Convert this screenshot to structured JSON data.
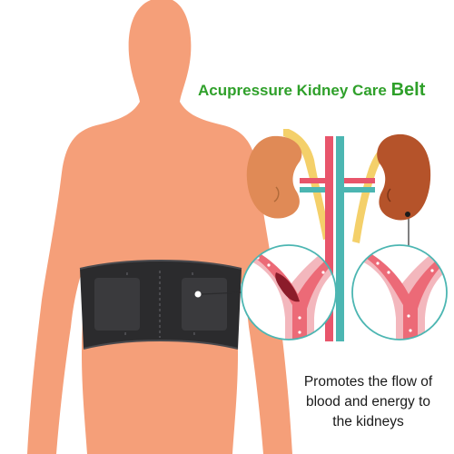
{
  "title": {
    "main": "Acupressure Kidney Care",
    "emphasis": "Belt",
    "color": "#2fa02a"
  },
  "caption": {
    "lines": [
      "Promotes the flow of",
      "blood and energy to",
      "the kidneys"
    ]
  },
  "colors": {
    "skin": "#f59f79",
    "belt": "#2b2b2d",
    "kidney_left": "#e08a56",
    "kidney_right": "#b5532a",
    "vessel_outer": "#f3b7bd",
    "vessel_inner": "#ec6a77",
    "artery": "#e8556b",
    "vein": "#4cb6b2",
    "ureter": "#f4d06a"
  },
  "icons": [
    "human-body-silhouette",
    "back-belt",
    "kidney-diagram",
    "blocked-vessel-icon",
    "clear-vessel-icon"
  ]
}
